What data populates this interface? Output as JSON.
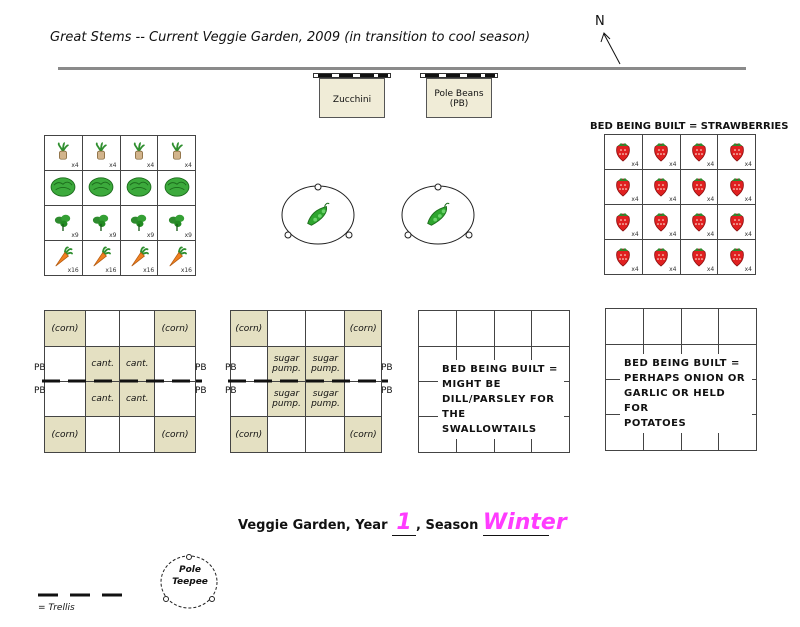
{
  "title": "Great Stems -- Current Veggie Garden, 2009 (in transition to cool season)",
  "compass": {
    "label": "N"
  },
  "trellis_boxes": [
    {
      "label_line1": "Zucchini",
      "label_line2": ""
    },
    {
      "label_line1": "Pole Beans",
      "label_line2": "(PB)"
    }
  ],
  "bed1": {
    "rows": [
      {
        "plant": "turnip",
        "count": "x4"
      },
      {
        "plant": "lettuce",
        "count": ""
      },
      {
        "plant": "spinach",
        "count": "x9"
      },
      {
        "plant": "carrot",
        "count": "x16"
      }
    ]
  },
  "strawberry_bed": {
    "heading": "BED BEING BUILT = STRAWBERRIES",
    "count": "x4"
  },
  "bed3": {
    "corn": "(corn)",
    "cant": "cant.",
    "pb": "PB"
  },
  "bed4": {
    "corn": "(corn)",
    "sugar1": "sugar",
    "sugar2": "pump.",
    "pb": "PB"
  },
  "bed5_note": [
    "BED BEING BUILT =",
    "MIGHT BE",
    "DILL/PARSLEY FOR",
    "THE SWALLOWTAILS"
  ],
  "bed6_note": [
    "BED BEING BUILT =",
    "PERHAPS ONION OR",
    "GARLIC OR HELD FOR",
    "POTATOES"
  ],
  "caption": {
    "prefix": "Veggie Garden, Year",
    "year": "1",
    "mid": ", Season",
    "season": "Winter"
  },
  "legend": {
    "teepee_line1": "Pole",
    "teepee_line2": "Teepee",
    "trellis": "= Trellis"
  }
}
